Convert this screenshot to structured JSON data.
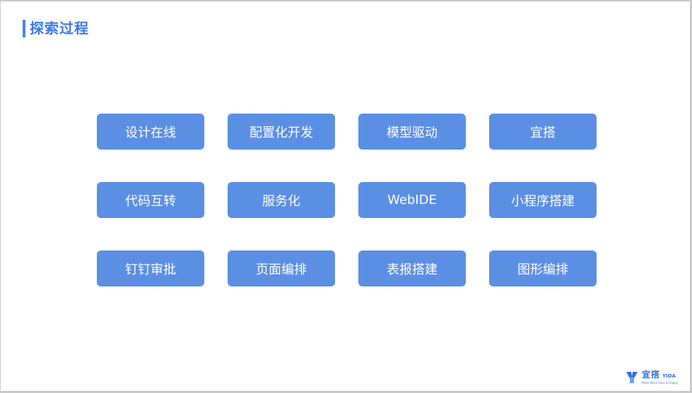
{
  "slide": {
    "title": "探索过程"
  },
  "tiles": [
    {
      "label": "设计在线"
    },
    {
      "label": "配置化开发"
    },
    {
      "label": "模型驱动"
    },
    {
      "label": "宜搭"
    },
    {
      "label": "代码互转"
    },
    {
      "label": "服务化"
    },
    {
      "label": "WebIDE"
    },
    {
      "label": "小程序搭建"
    },
    {
      "label": "钉钉审批"
    },
    {
      "label": "页面编排"
    },
    {
      "label": "表报搭建"
    },
    {
      "label": "图形编排"
    }
  ],
  "logo": {
    "name_cn": "宜搭",
    "name_en": "YIDA",
    "tagline": "Make Work Easy & Happy",
    "icon": "yida-logo-icon"
  },
  "colors": {
    "accent": "#4a86e8",
    "tile": "#5b8fe3",
    "title": "#3b78e7"
  }
}
